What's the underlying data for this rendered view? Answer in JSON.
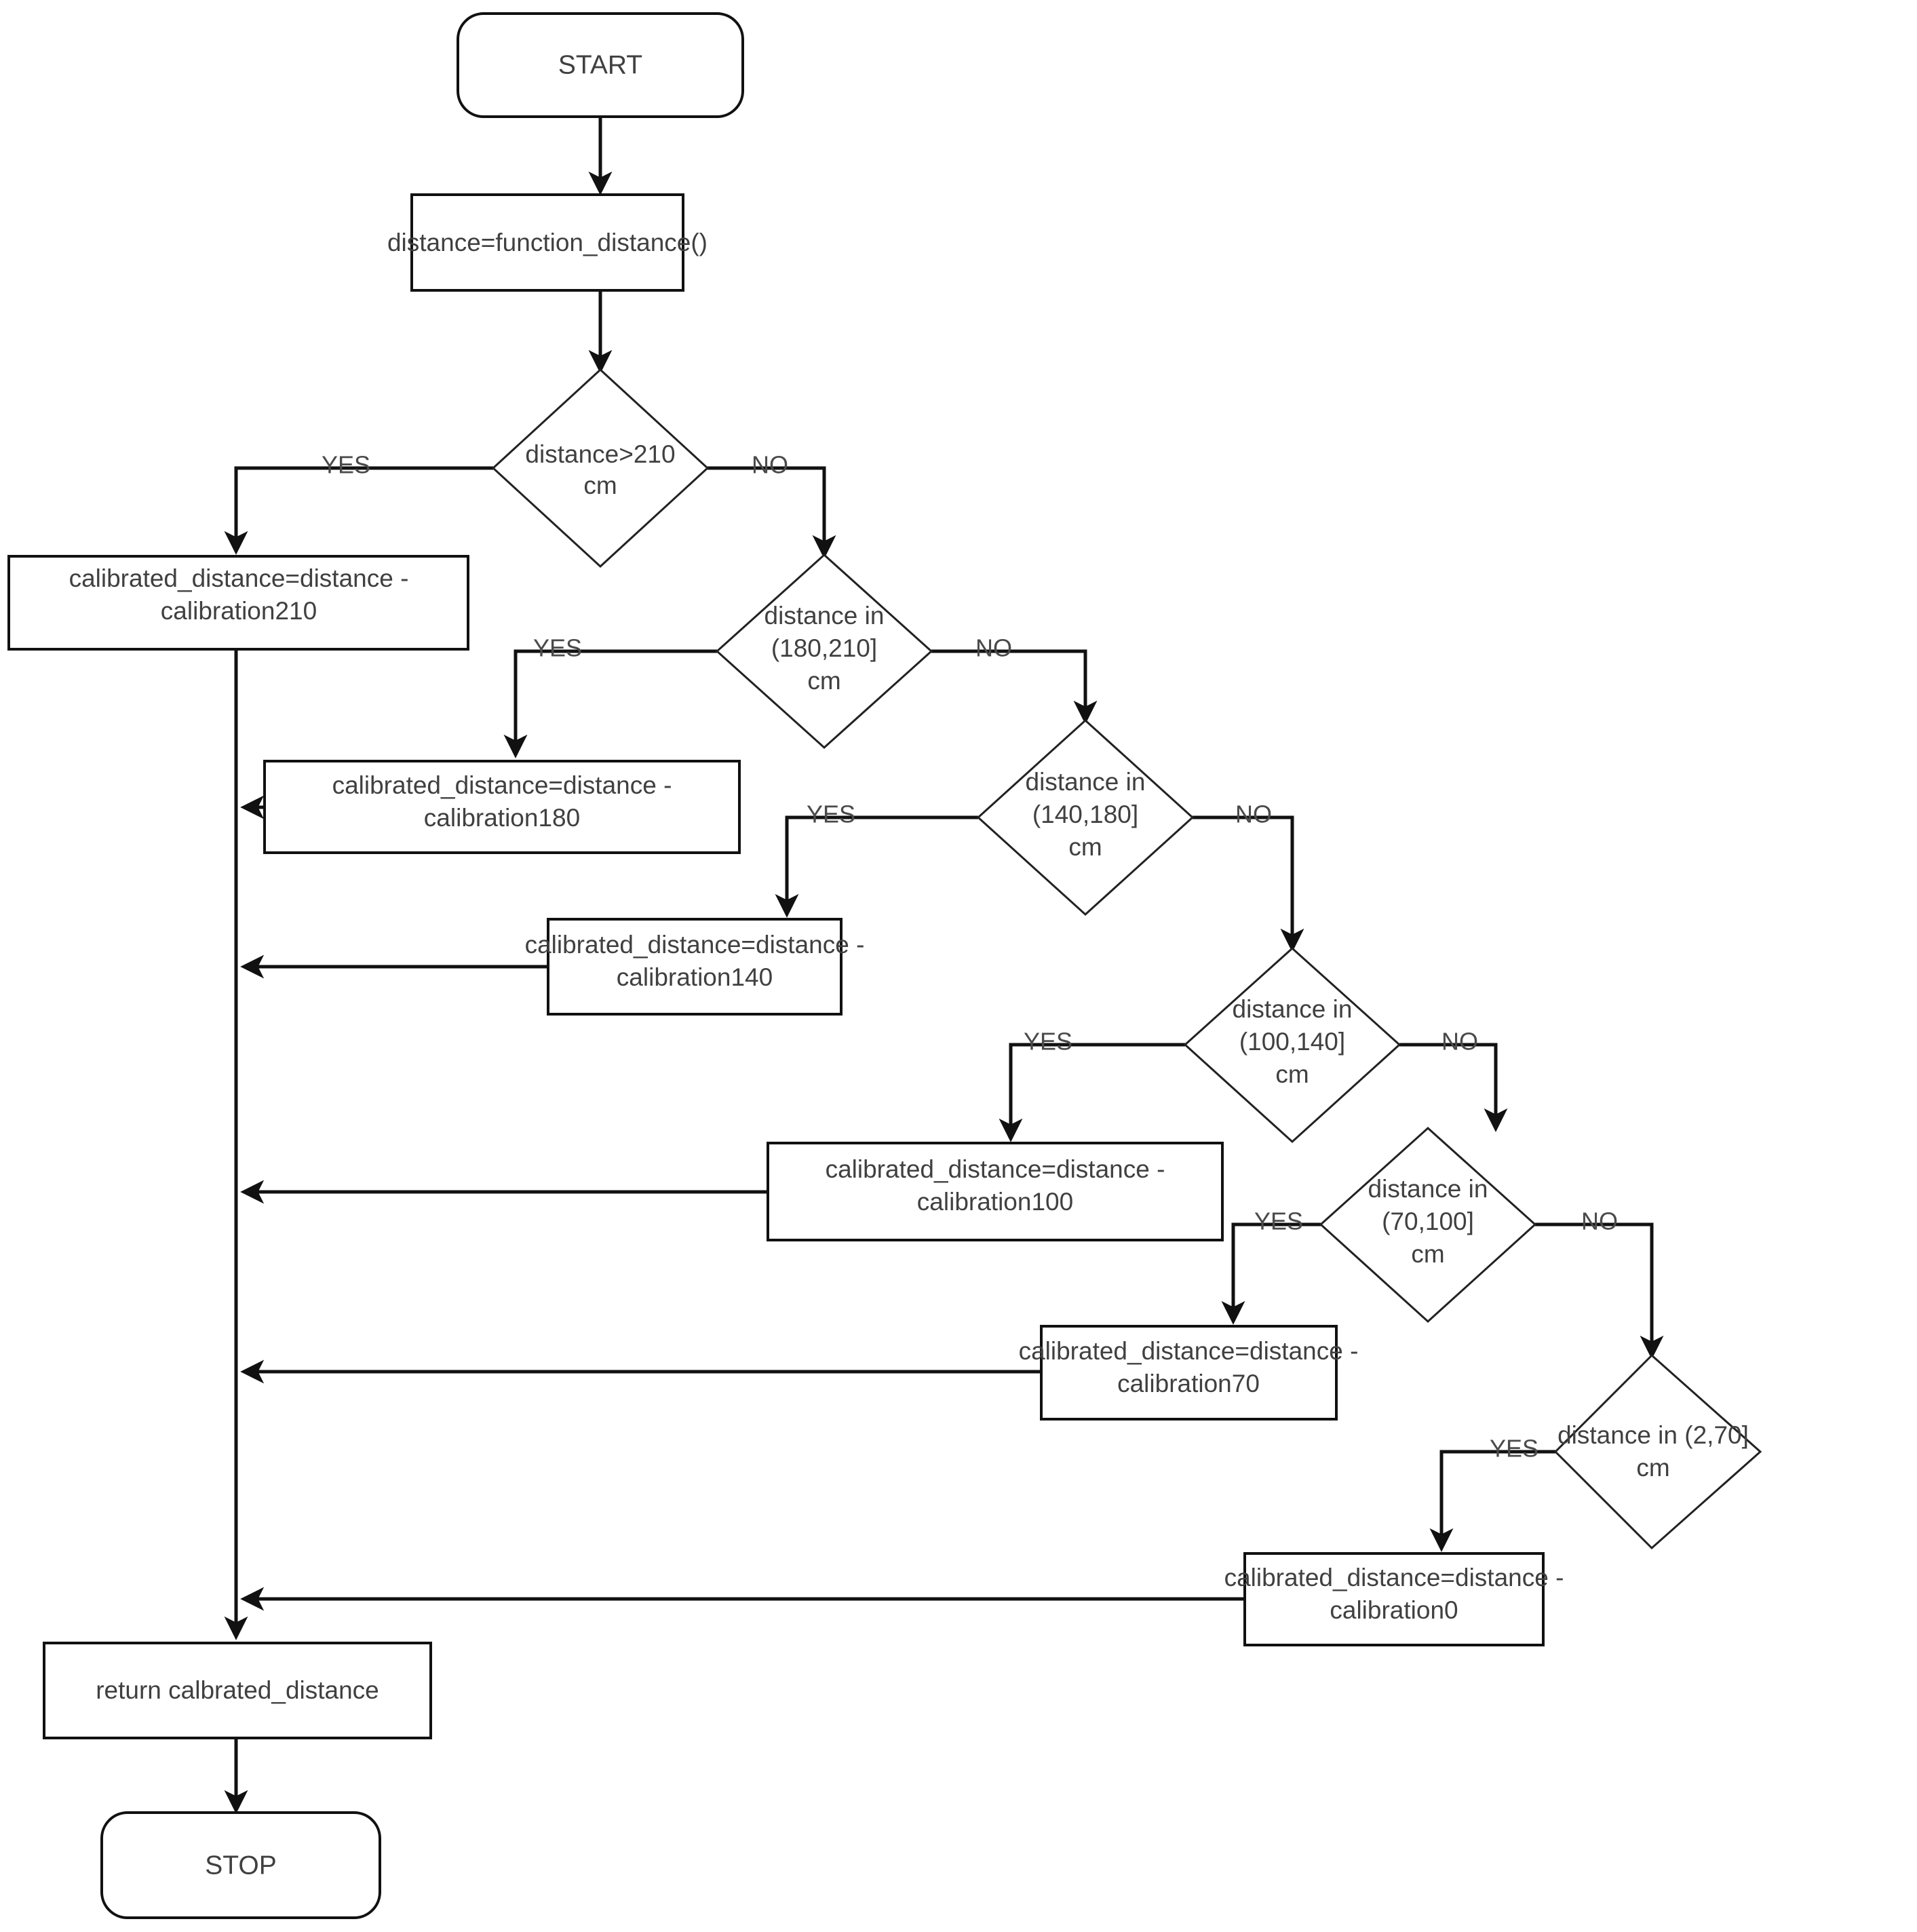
{
  "diagram": {
    "type": "flowchart",
    "title": "Distance calibration flowchart",
    "terminators": {
      "start": "START",
      "stop": "STOP"
    },
    "processes": {
      "read_distance": "distance=function_distance()",
      "cal210_line1": "calibrated_distance=distance -",
      "cal210_line2": "calibration210",
      "cal180_line1": "calibrated_distance=distance -",
      "cal180_line2": "calibration180",
      "cal140_line1": "calibrated_distance=distance -",
      "cal140_line2": "calibration140",
      "cal100_line1": "calibrated_distance=distance -",
      "cal100_line2": "calibration100",
      "cal70_line1": "calibrated_distance=distance -",
      "cal70_line2": "calibration70",
      "cal0_line1": "calibrated_distance=distance -",
      "cal0_line2": "calibration0",
      "return_value": "return calbrated_distance"
    },
    "decisions": {
      "d210_line1": "distance>210",
      "d210_line2": "cm",
      "d180_line1": "distance in",
      "d180_line2": "(180,210]",
      "d180_line3": "cm",
      "d140_line1": "distance in",
      "d140_line2": "(140,180]",
      "d140_line3": "cm",
      "d100_line1": "distance in",
      "d100_line2": "(100,140]",
      "d100_line3": "cm",
      "d70_line1": "distance in",
      "d70_line2": "(70,100]",
      "d70_line3": "cm",
      "d2_line1": "distance in (2,70]",
      "d2_line2": "cm"
    },
    "edge_labels": {
      "yes": "YES",
      "no": "NO",
      "yes_210": "YES",
      "no_210": "NO",
      "yes_180": "YES",
      "no_180": "NO",
      "yes_140": "YES",
      "no_140": "NO",
      "yes_100": "YES",
      "no_100": "NO",
      "yes_70": "YES",
      "no_70": "NO",
      "yes_2": "YES"
    },
    "colors": {
      "background": "#ffffff",
      "stroke": "#111111",
      "text": "#404040"
    }
  }
}
